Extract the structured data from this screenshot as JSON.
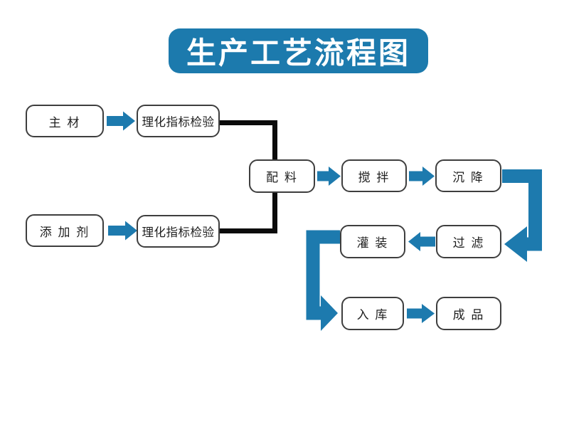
{
  "title": {
    "text": "生产工艺流程图"
  },
  "colors": {
    "title_bg": "#1c7aad",
    "title_text": "#ffffff",
    "arrow_blue": "#1d7aae",
    "connector_black": "#0b0b0b",
    "box_border": "#3e3e3e",
    "box_text": "#1f1f1f",
    "background": "#ffffff"
  },
  "nodes": {
    "zhucai": {
      "label": "主 材"
    },
    "lihua_top": {
      "label": "理化指标检验"
    },
    "tianjiaji": {
      "label": "添 加 剂"
    },
    "lihua_bottom": {
      "label": "理化指标检验"
    },
    "peiliao": {
      "label": "配 料"
    },
    "jiaoban": {
      "label": "搅 拌"
    },
    "chenjiang": {
      "label": "沉 降"
    },
    "guolv": {
      "label": "过 滤"
    },
    "guanzhuang": {
      "label": "灌 装"
    },
    "ruku": {
      "label": "入 库"
    },
    "chengpin": {
      "label": "成 品"
    }
  },
  "edges": [
    {
      "from": "zhucai",
      "to": "lihua_top",
      "style": "blue-block-arrow"
    },
    {
      "from": "tianjiaji",
      "to": "lihua_bottom",
      "style": "blue-block-arrow"
    },
    {
      "from": "lihua_top",
      "to": "peiliao",
      "style": "black-elbow-line"
    },
    {
      "from": "lihua_bottom",
      "to": "peiliao",
      "style": "black-elbow-line"
    },
    {
      "from": "peiliao",
      "to": "jiaoban",
      "style": "blue-block-arrow"
    },
    {
      "from": "jiaoban",
      "to": "chenjiang",
      "style": "blue-block-arrow"
    },
    {
      "from": "chenjiang",
      "to": "guolv",
      "style": "blue-elbow-arrow"
    },
    {
      "from": "guolv",
      "to": "guanzhuang",
      "style": "blue-block-arrow"
    },
    {
      "from": "guanzhuang",
      "to": "ruku",
      "style": "blue-elbow-arrow"
    },
    {
      "from": "ruku",
      "to": "chengpin",
      "style": "blue-block-arrow"
    }
  ]
}
